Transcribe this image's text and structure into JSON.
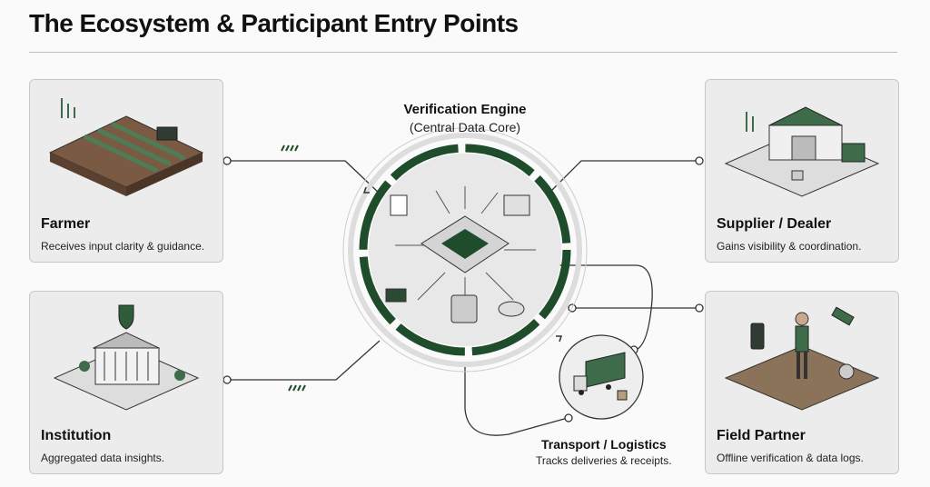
{
  "title": "The Ecosystem & Participant Entry Points",
  "center": {
    "title": "Verification Engine",
    "subtitle": "(Central Data Core)"
  },
  "participants": [
    {
      "name": "Farmer",
      "description": "Receives input clarity & guidance.",
      "icon": "farm-field-tractor-icon"
    },
    {
      "name": "Institution",
      "description": "Aggregated data insights.",
      "icon": "institution-building-shield-icon"
    },
    {
      "name": "Supplier / Dealer",
      "description": "Gains visibility & coordination.",
      "icon": "warehouse-icon"
    },
    {
      "name": "Field Partner",
      "description": "Offline verification & data logs.",
      "icon": "field-worker-satellite-icon"
    }
  ],
  "transport": {
    "name": "Transport / Logistics",
    "description": "Tracks deliveries & receipts.",
    "icon": "truck-icon"
  },
  "colors": {
    "accent": "#1f4d2b",
    "light_accent": "#6aa878",
    "card_bg": "#ececec"
  }
}
